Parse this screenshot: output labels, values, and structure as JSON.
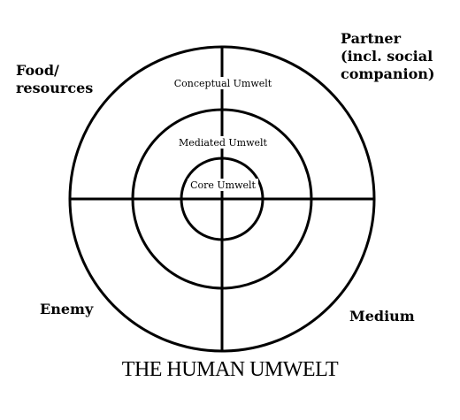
{
  "title": "THE HUMAN UMWELT",
  "rings": {
    "outer": "Conceptual Umwelt",
    "middle": "Mediated Umwelt",
    "inner": "Core Umwelt"
  },
  "quadrants": {
    "top_left": "Food/\nresources",
    "top_right": "Partner\n(incl. social\ncompanion)",
    "bottom_left": "Enemy",
    "bottom_right": "Medium"
  },
  "colors": {
    "line": "#000000",
    "background": "#ffffff"
  }
}
